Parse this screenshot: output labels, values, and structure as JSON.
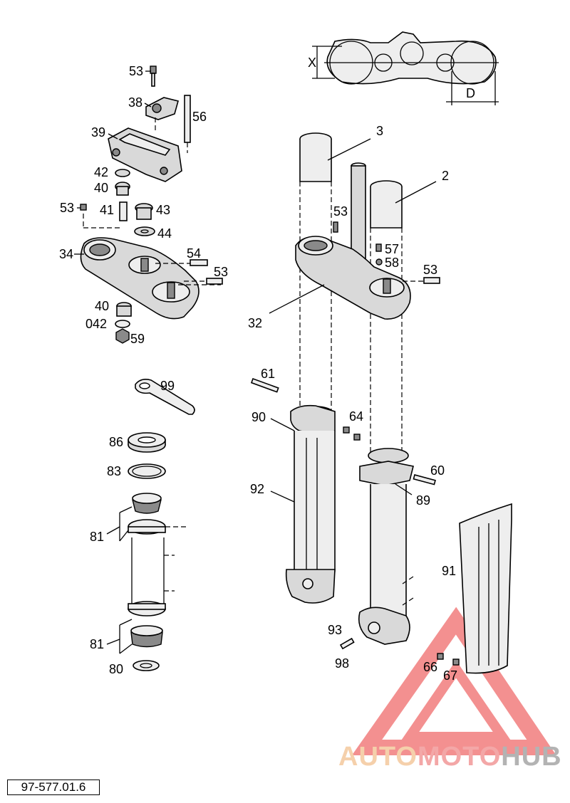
{
  "diagram_ref": "97-577.01.6",
  "watermark": {
    "part1": "AUTO",
    "part2": "MOTO",
    "part3": "HUB",
    "color1": "#f2c18f",
    "color2": "#f08a8a",
    "color3": "#9a9a9a"
  },
  "dimension_labels": {
    "x": "X",
    "d": "D"
  },
  "callouts": [
    "53",
    "38",
    "56",
    "39",
    "42",
    "40",
    "53",
    "41",
    "43",
    "44",
    "34",
    "54",
    "53",
    "40",
    "042",
    "59",
    "99",
    "86",
    "83",
    "81",
    "81",
    "80",
    "3",
    "2",
    "53",
    "57",
    "58",
    "53",
    "32",
    "61",
    "90",
    "64",
    "92",
    "60",
    "89",
    "91",
    "93",
    "98",
    "66",
    "67"
  ]
}
